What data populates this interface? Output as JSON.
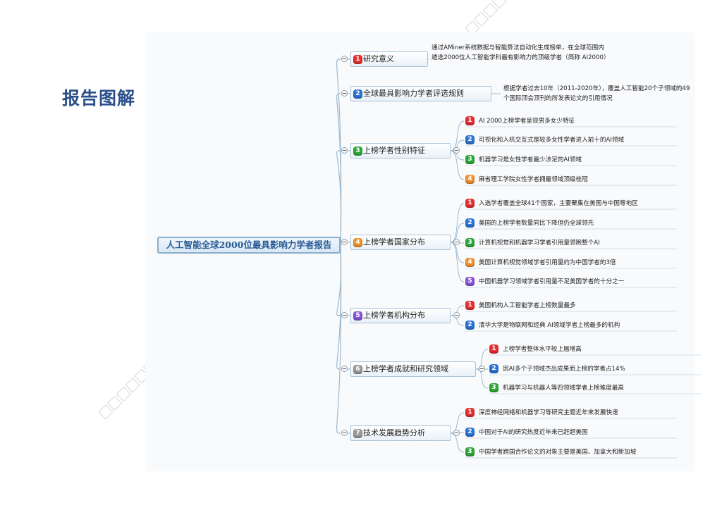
{
  "page_title": "报告图解",
  "badge_colors": [
    "#e53030",
    "#2a75d6",
    "#2fa83a",
    "#f0922e",
    "#8a55d9",
    "#9a9a9a"
  ],
  "mindmap": {
    "root": "人工智能全球2000位最具影响力学者报告",
    "topics": [
      {
        "number": "1",
        "label": "研究意义",
        "note": "通过AMiner系统数据与智能算法自动化生成榜单，在全球范围内遴选2000位人工智能学科最有影响力的顶级学者（简称 AI2000）",
        "leaves": []
      },
      {
        "number": "2",
        "label": "全球最具影响力学者评选规则",
        "note": "根据学者过去10年（2011-2020年），覆盖人工智能20个子领域的49个国际顶会顶刊的所发表论文的引用情况",
        "leaves": []
      },
      {
        "number": "3",
        "label": "上榜学者性别特征",
        "note": "",
        "leaves": [
          {
            "number": "1",
            "text": "AI 2000上榜学者呈现男多女少特征"
          },
          {
            "number": "2",
            "text": "可视化和人机交互式是较多女性学者进入前十的AI领域"
          },
          {
            "number": "3",
            "text": "机器学习是女性学者最少涉足的AI领域"
          },
          {
            "number": "4",
            "text": "麻省理工学院女性学者拥最领域顶级桂冠"
          }
        ]
      },
      {
        "number": "4",
        "label": "上榜学者国家分布",
        "note": "",
        "leaves": [
          {
            "number": "1",
            "text": "入选学者覆盖全球41个国家，主要聚集在美国与中国等地区"
          },
          {
            "number": "2",
            "text": "美国的上榜学者数量同比下降但仍全球领先"
          },
          {
            "number": "3",
            "text": "计算机视觉和机器学习学者引用量领跑整个AI"
          },
          {
            "number": "4",
            "text": "美国计算机视觉领域学者引用量约为中国学者的3倍"
          },
          {
            "number": "5",
            "text": "中国机器学习领域学者引用量不足美国学者的十分之一"
          }
        ]
      },
      {
        "number": "5",
        "label": "上榜学者机构分布",
        "note": "",
        "leaves": [
          {
            "number": "1",
            "text": "美国机构人工智能学者上榜数量最多"
          },
          {
            "number": "2",
            "text": "清华大学是物联网和经典 AI领域学者上榜最多的机构"
          }
        ]
      },
      {
        "number": "6",
        "label": "上榜学者成就和研究领域",
        "note": "",
        "leaves": [
          {
            "number": "1",
            "text": "上榜学者整体水平较上届增高"
          },
          {
            "number": "2",
            "text": "因AI多个子领域杰出成果而上榜的学者占14%"
          },
          {
            "number": "3",
            "text": "机器学习与机器人等四领域学者上榜难度最高"
          }
        ]
      },
      {
        "number": "7",
        "label": "技术发展趋势分析",
        "note": "",
        "leaves": [
          {
            "number": "1",
            "text": "深度神经网络和机器学习等研究主题近年来发展快速"
          },
          {
            "number": "2",
            "text": "中国对于AI的研究热度近年来已赶超美国"
          },
          {
            "number": "3",
            "text": "中国学者跨国合作论文的对象主要是美国、加拿大和新加坡"
          }
        ]
      }
    ]
  }
}
